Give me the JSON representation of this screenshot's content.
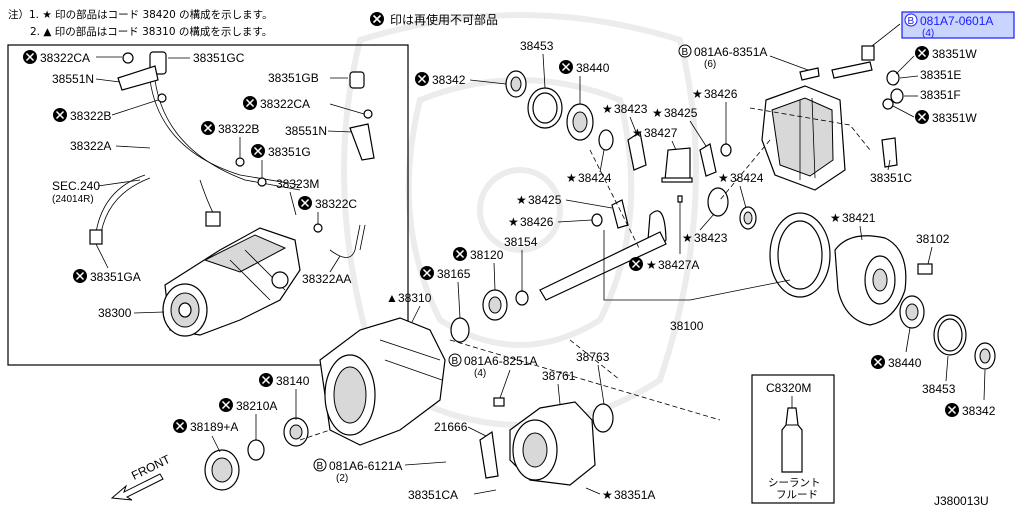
{
  "notes": {
    "line1": "注）1. ★ 印の部品はコード 38420 の構成を示します。",
    "line2": "2. ▲ 印の部品はコード 38310 の構成を示します。",
    "legend": "印は再使用不可部品"
  },
  "parts": {
    "p38322CA_top": "38322CA",
    "p38351GC": "38351GC",
    "p38551N_top": "38551N",
    "p38322B_left": "38322B",
    "p38322A": "38322A",
    "sec240": "SEC.240",
    "sec240_sub": "(24014R)",
    "p38351GA": "38351GA",
    "p38300": "38300",
    "p38351GB": "38351GB",
    "p38322CA_mid": "38322CA",
    "p38322B_mid": "38322B",
    "p38551N_mid": "38551N",
    "p38351G": "38351G",
    "p38323M": "38323M",
    "p38322C": "38322C",
    "p38322AA": "38322AA",
    "p38342_top": "38342",
    "p38453_top": "38453",
    "p38440_top": "38440",
    "p38423_a": "38423",
    "p38424_a": "38424",
    "p38425_a": "38425",
    "p38427": "38427",
    "p38425_b": "38425",
    "p38426_a": "38426",
    "p38426_b": "38426",
    "p38424_b": "38424",
    "p38423_b": "38423",
    "p38427A": "38427A",
    "p38154": "38154",
    "p38120": "38120",
    "p38165": "38165",
    "p38310": "38310",
    "p38100": "38100",
    "bolt8351A": "081A6-8351A",
    "bolt8351A_qty": "(6)",
    "bolt0601A": "081A7-0601A",
    "bolt0601A_qty": "(4)",
    "p38351W_a": "38351W",
    "p38351E": "38351E",
    "p38351F": "38351F",
    "p38351W_b": "38351W",
    "p38351C": "38351C",
    "p38421": "38421",
    "p38102": "38102",
    "p38440_bot": "38440",
    "p38453_bot": "38453",
    "p38342_bot": "38342",
    "bolt8251A": "081A6-8251A",
    "bolt8251A_qty": "(4)",
    "p38763": "38763",
    "p38761": "38761",
    "p21666": "21666",
    "bolt6121A": "081A6-6121A",
    "bolt6121A_qty": "(2)",
    "p38351CA": "38351CA",
    "p38351A": "38351A",
    "p38140": "38140",
    "p38210A": "38210A",
    "p38189A": "38189+A",
    "front": "FRONT",
    "c8320m": "C8320M",
    "fluid_line1": "シーラント",
    "fluid_line2": "フルード",
    "diagram_code": "J380013U"
  },
  "symbols": {
    "star": "★",
    "triangle": "▲",
    "circle_b": "B",
    "no_reuse": "✕"
  },
  "colors": {
    "highlight": "#1a1aff",
    "highlight_box": "#c9d4ff"
  }
}
